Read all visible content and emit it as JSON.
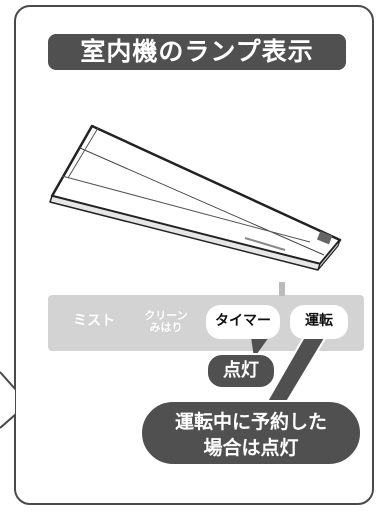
{
  "title": "室内機のランプ表示",
  "lamps": [
    {
      "label": "ミスト",
      "state": "off"
    },
    {
      "label_line1": "クリーン",
      "label_line2": "みはり",
      "state": "off"
    },
    {
      "label": "タイマー",
      "state": "on"
    },
    {
      "label": "運転",
      "state": "on"
    }
  ],
  "callouts": {
    "timer": "点灯",
    "operation_line1": "運転中に予約した",
    "operation_line2": "場合は点灯"
  },
  "colors": {
    "dark": "#505050",
    "strip": "#d3d3d3",
    "border": "#4a4a4a"
  }
}
